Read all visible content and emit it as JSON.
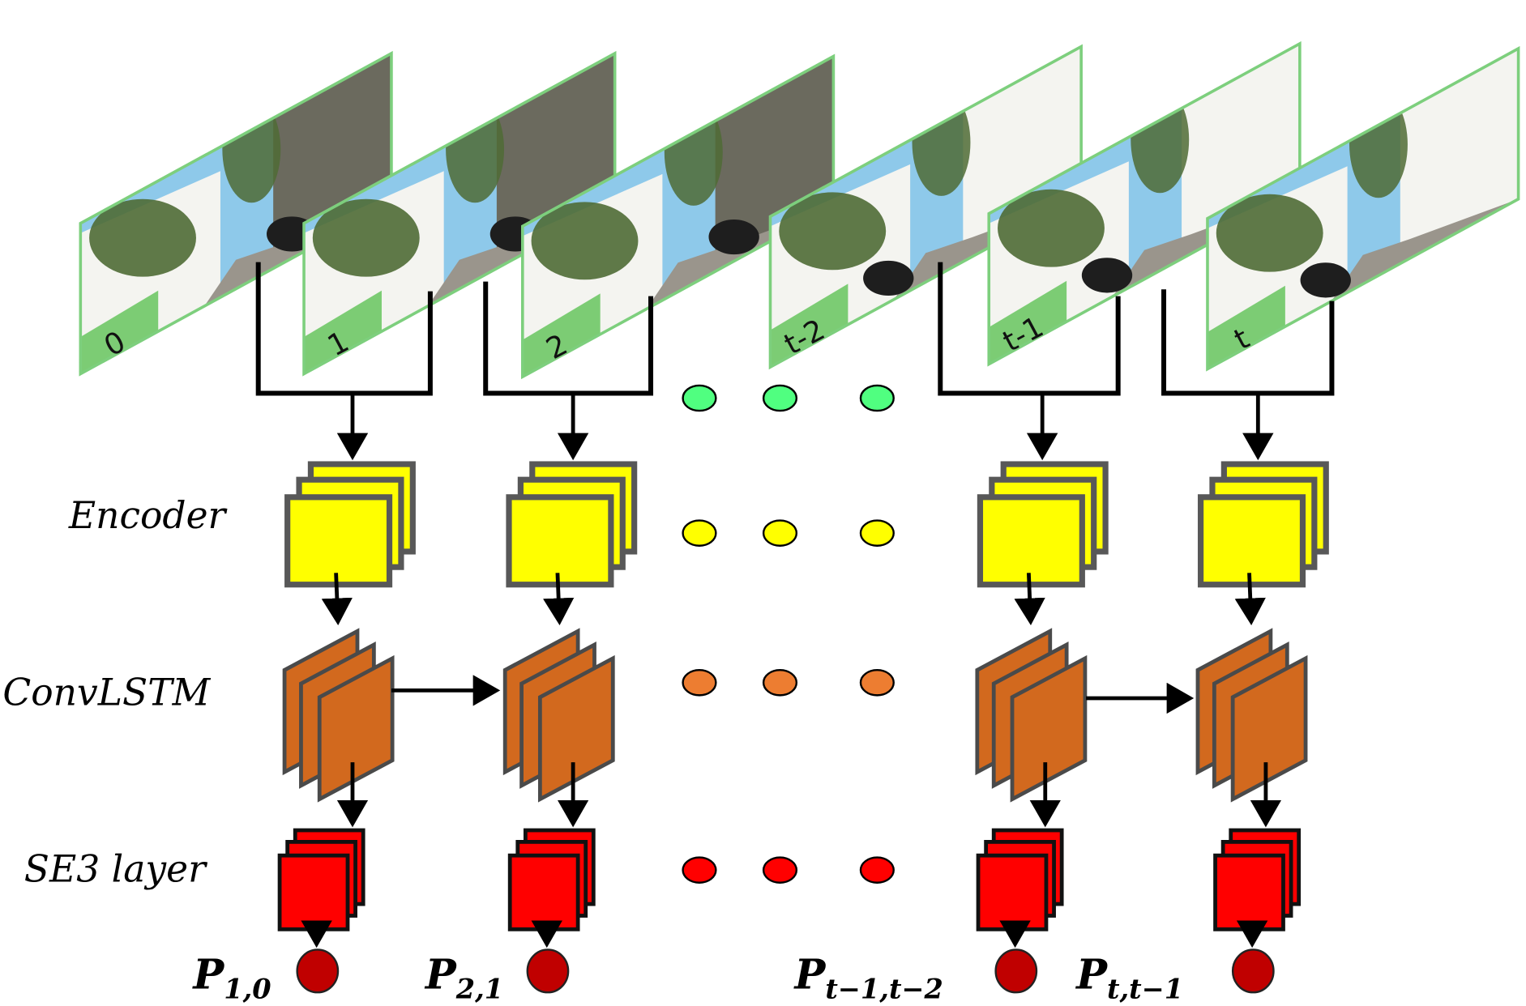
{
  "figure": {
    "frames": [
      {
        "label": "0"
      },
      {
        "label": "1"
      },
      {
        "label": "2"
      },
      {
        "label": "t-2"
      },
      {
        "label": "t-1"
      },
      {
        "label": "t"
      }
    ],
    "row_labels": {
      "encoder": "Encoder",
      "convlstm": "ConvLSTM",
      "se3": "SE3 layer"
    },
    "outputs": [
      {
        "base": "P",
        "sub": "1,0"
      },
      {
        "base": "P",
        "sub": "2,1"
      },
      {
        "base": "P",
        "sub": "t−1,t−2"
      },
      {
        "base": "P",
        "sub": "t,t−1"
      }
    ],
    "colors": {
      "frame_border": "#7dcf7d",
      "frame_label_bg": "#7ccc74",
      "encoder_fill": "#ffff00",
      "encoder_stroke": "#585858",
      "convlstm_fill": "#d2691e",
      "convlstm_stroke": "#4a4a4a",
      "se3_fill": "#ff0000",
      "se3_stroke": "#111111",
      "pose_fill": "#c00000",
      "dot_green": "#50ff80",
      "dot_yellow": "#ffff00",
      "dot_orange": "#ed7d31",
      "dot_red": "#ff0000",
      "sky": "#8ec9ea",
      "tree": "#4f6b35",
      "road": "#9a958c",
      "wall": "#f4f4f0"
    }
  }
}
